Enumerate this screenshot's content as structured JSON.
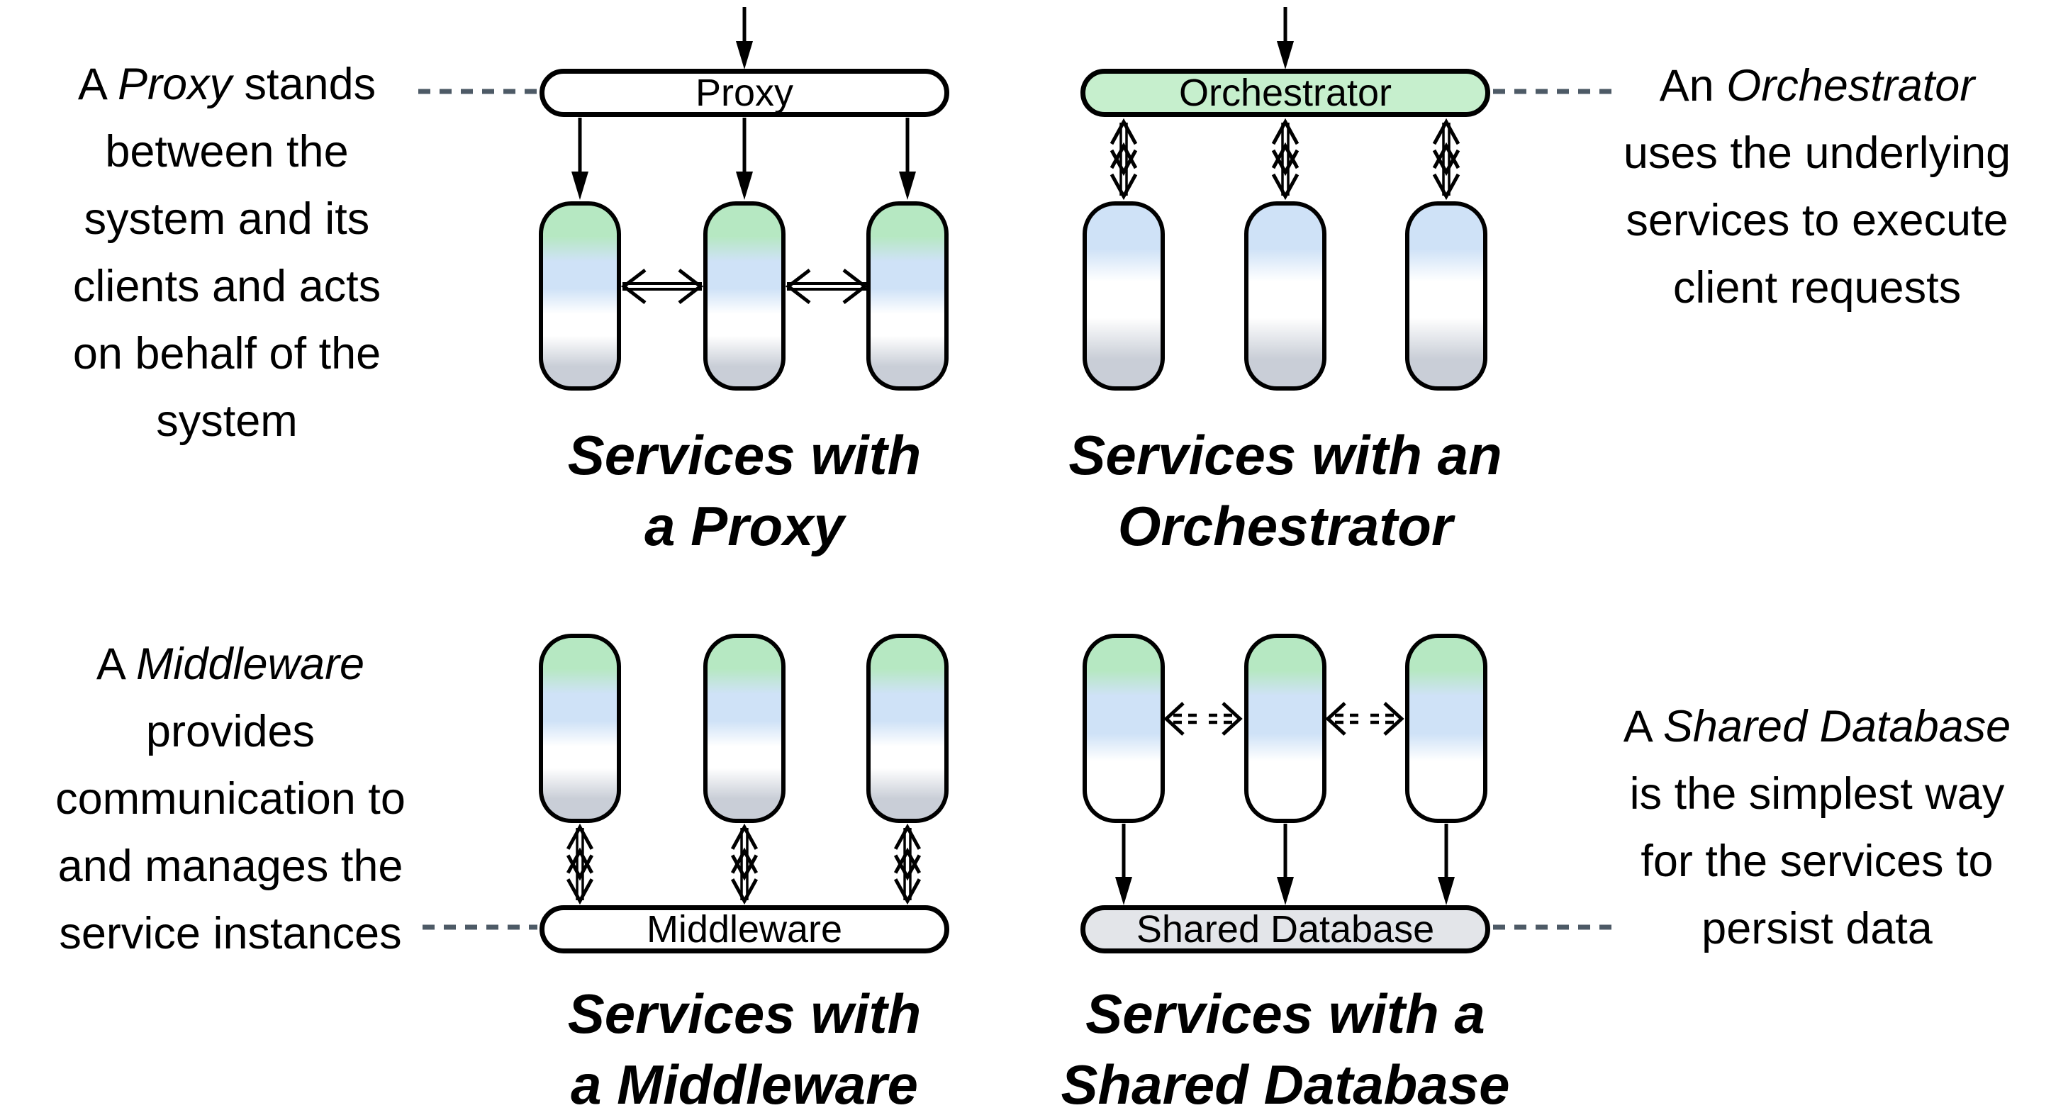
{
  "colors": {
    "background": "#ffffff",
    "outline": "#000000",
    "text": "#000000",
    "orchestrator_box_fill": "#c6efcd",
    "shared_database_box_fill": "#e3e5e9",
    "plain_box_fill": "#ffffff",
    "service_band_green": "#b6e8c2",
    "service_band_blue": "#cfe2f7",
    "service_band_gray": "#c9ced7",
    "dashed_connector": "#4d5a66"
  },
  "annotations": {
    "proxy": {
      "prefix": "A ",
      "term": "Proxy",
      "suffix": " stands",
      "lines": [
        "between the",
        "system and its",
        "clients and acts",
        "on behalf of the",
        "system"
      ]
    },
    "orchestrator": {
      "prefix": "An ",
      "term": "Orchestrator",
      "suffix": "",
      "lines": [
        "uses the underlying",
        "services to execute",
        "client requests"
      ]
    },
    "middleware": {
      "prefix": "A ",
      "term": "Middleware",
      "suffix": "",
      "lines": [
        "provides",
        "communication to",
        "and manages the",
        "service instances"
      ]
    },
    "shared_database": {
      "prefix": "A ",
      "term": "Shared Database",
      "suffix": "",
      "lines": [
        "is the simplest way",
        "for the services to",
        "persist data"
      ]
    }
  },
  "panels": {
    "proxy": {
      "box_label": "Proxy",
      "caption": [
        "Services with",
        "a Proxy"
      ],
      "service_instances": 3
    },
    "orchestrator": {
      "box_label": "Orchestrator",
      "caption": [
        "Services with an",
        "Orchestrator"
      ],
      "service_instances": 3
    },
    "middleware": {
      "box_label": "Middleware",
      "caption": [
        "Services with",
        "a Middleware"
      ],
      "service_instances": 3
    },
    "shared_database": {
      "box_label": "Shared Database",
      "caption": [
        "Services with a",
        "Shared Database"
      ],
      "service_instances": 3
    }
  }
}
